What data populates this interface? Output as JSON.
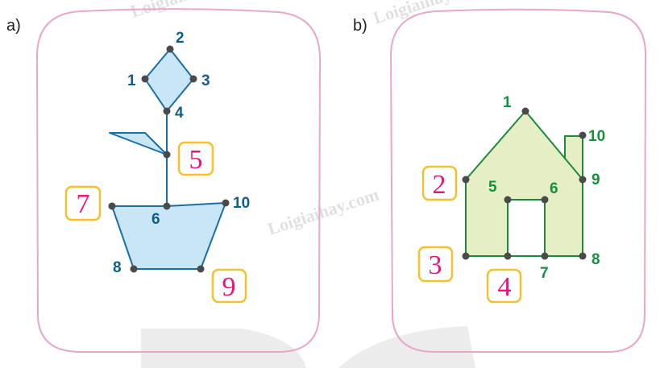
{
  "panels": [
    {
      "label": "a)",
      "figure": "plant-in-pot",
      "line_color": "#1a6ea8",
      "fill_color": "#c9e6f7",
      "point_labels": [
        "1",
        "2",
        "3",
        "4",
        "6",
        "8",
        "10"
      ],
      "answer_boxes": [
        "5",
        "7",
        "9"
      ]
    },
    {
      "label": "b)",
      "figure": "house",
      "line_color": "#1c8a3a",
      "fill_color": "#e5eec4",
      "point_labels": [
        "1",
        "5",
        "6",
        "7",
        "8",
        "9",
        "10"
      ],
      "answer_boxes": [
        "2",
        "3",
        "4"
      ]
    }
  ],
  "watermark": "Loigiaihay.com",
  "colors": {
    "frame": "#e8a7c8",
    "box_border": "#f5c02c",
    "box_text": "#ee1477"
  }
}
